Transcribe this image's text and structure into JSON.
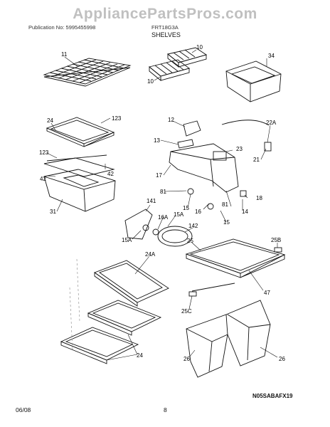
{
  "watermark": "AppliancePartsPros.com",
  "header": {
    "left": "Publication No: 5995455998",
    "right": "FRT18G3A"
  },
  "section_title": "SHELVES",
  "diagram_code": "N05SABAFX19",
  "footer": {
    "date": "06/08",
    "page": "8"
  },
  "labels": {
    "l11": "11",
    "l10a": "10",
    "l10b": "10",
    "l34": "34",
    "l24a": "24",
    "l123a": "123",
    "l123b": "123",
    "l42a": "42",
    "l42b": "42",
    "l31": "31",
    "l12": "12",
    "l22A": "22A",
    "l13": "13",
    "l23": "23",
    "l21": "21",
    "l17": "17",
    "l81a": "81",
    "l81b": "81",
    "l18": "18",
    "l15a": "15",
    "l16": "16",
    "l14": "14",
    "l15b": "15",
    "l141": "141",
    "l16A": "16A",
    "l15Aa": "15A",
    "l142": "142",
    "l15Ab": "15A",
    "l25": "25",
    "l25B": "25B",
    "l24A": "24A",
    "l47": "47",
    "l25C": "25C",
    "l24b": "24",
    "l26a": "26",
    "l26b": "26"
  }
}
